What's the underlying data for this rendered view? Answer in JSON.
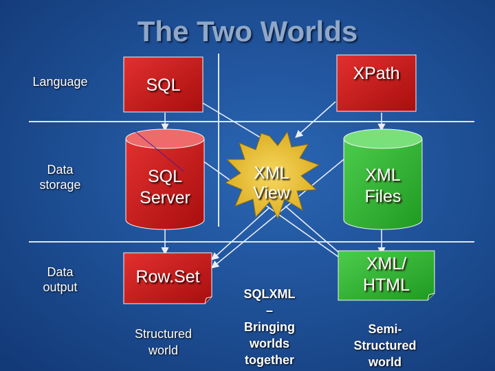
{
  "title": "The Two Worlds",
  "rows": {
    "language": "Language",
    "storage": "Data\nstorage",
    "output": "Data\noutput"
  },
  "sql": {
    "language": "SQL",
    "storage": "SQL\nServer",
    "output": "Row.Set",
    "caption": "Structured\nworld"
  },
  "xml": {
    "language": "XPath",
    "storage": "XML\nFiles",
    "output": "XML/\nHTML",
    "caption": "Semi-\nStructured\nworld"
  },
  "center": {
    "view": "XML\nView",
    "caption": "SQLXML\n–\nBringing\nworlds\ntogether"
  },
  "colors": {
    "background": "#1a4f96",
    "sql_red": "#cc1a1a",
    "xml_green": "#33b033",
    "burst_yellow": "#ecc430",
    "lines": "#e8eef8"
  }
}
